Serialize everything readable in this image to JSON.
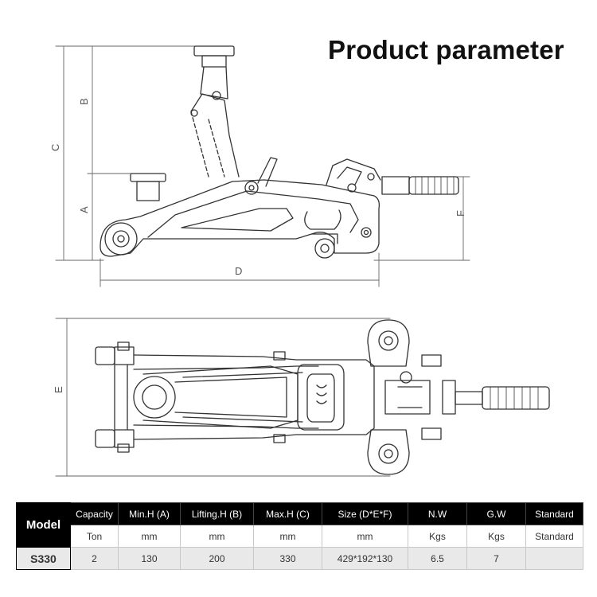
{
  "page": {
    "title": "Product parameter"
  },
  "drawing": {
    "side_view_labels": {
      "a": "A",
      "b": "B",
      "c": "C",
      "d": "D",
      "f": "F"
    },
    "top_view_labels": {
      "e": "E"
    }
  },
  "table": {
    "model_header": "Model",
    "model_name": "S330",
    "columns": [
      "Capacity",
      "Min.H (A)",
      "Lifting.H (B)",
      "Max.H (C)",
      "Size (D*E*F)",
      "N.W",
      "G.W",
      "Standard"
    ],
    "units": [
      "Ton",
      "mm",
      "mm",
      "mm",
      "mm",
      "Kgs",
      "Kgs",
      "Standard"
    ],
    "values": [
      "2",
      "130",
      "200",
      "330",
      "429*192*130",
      "6.5",
      "7",
      ""
    ]
  }
}
